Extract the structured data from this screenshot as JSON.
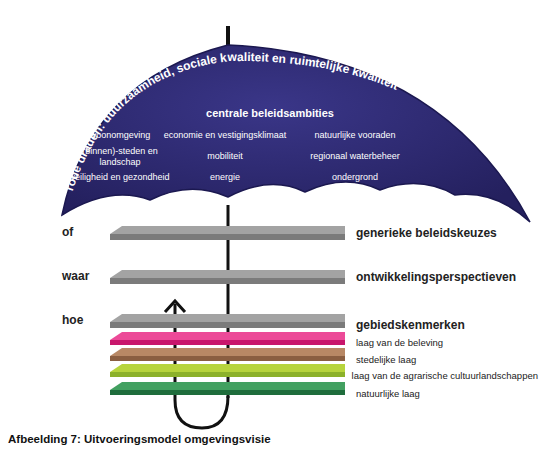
{
  "diagram": {
    "caption": "Afbeelding 7: Uitvoeringsmodel omgevingsvisie",
    "nodes": [
      {
        "text": [
          "rode draden: duurzaamheid, sociale kwaliteit en ruimtelijke kwaliteit",
          "centrale beleidsambities",
          "woonomgeving",
          "economie en vestigingsklimaat",
          "natuurlijke vooraden",
          "(binnen)-steden en landschap",
          "mobiliteit",
          "regionaal waterbeheer",
          "veiligheid en gezondheid",
          "energie",
          "ondergrond"
        ]
      }
    ],
    "labels": [
      "of",
      "waar",
      "hoe",
      "generieke beleidskeuzes",
      "ontwikkelingsperspectieven",
      "gebiedskenmerken",
      "laag van de beleving",
      "stedelijke laag",
      "laag van de agrarische cultuurlandschappen",
      "natuurlijke laag"
    ]
  }
}
